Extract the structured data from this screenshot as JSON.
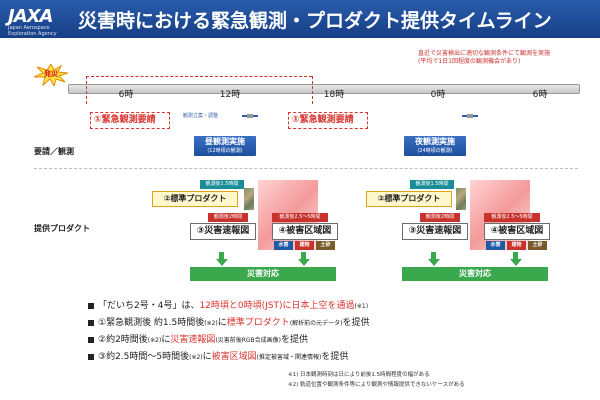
{
  "header": {
    "logo_text": "JAXA",
    "logo_sub": "Japan Aerospace Exploration Agency",
    "title": "災害時における緊急観測・プロダクト提供タイムライン"
  },
  "top_note": {
    "line1": "直近で災害検出に適切な観測条件にて観測を実施",
    "line2": "(平均で1日1回程度の観測機会があり)"
  },
  "timeline": {
    "start_burst": "発災",
    "ticks": [
      "6時",
      "12時",
      "18時",
      "0時",
      "6時"
    ]
  },
  "rows": {
    "request_label": "要請／観測",
    "product_label": "提供プロダクト"
  },
  "cycle1": {
    "request": "①緊急観測要請",
    "obs_caption": "観測立案・調整",
    "obs_title": "昼観測実施",
    "obs_sub": "(12時頃の観測)",
    "std_head": "観測後1.5時間",
    "std_product": "②標準プロダクト",
    "quick_head": "観測後2時間",
    "quick_map": "③災害速報図",
    "area_head": "観測後2.5〜5時間",
    "area_map": "④被害区域図",
    "tiles": [
      "水害",
      "建物",
      "土砂"
    ],
    "response": "災害対応"
  },
  "cycle2": {
    "request": "①緊急観測要請",
    "obs_title": "夜観測実施",
    "obs_sub": "(24時頃の観測)",
    "std_head": "観測後1.5時間",
    "std_product": "②標準プロダクト",
    "quick_head": "観測後2時間",
    "quick_map": "③災害速報図",
    "area_head": "観測後2.5〜5時間",
    "area_map": "④被害区域図",
    "tiles": [
      "水害",
      "建物",
      "土砂"
    ],
    "response": "災害対応"
  },
  "bullets": {
    "b1_a": "「だいち2号・4号」は、",
    "b1_red": "12時頃と0時頃(JST)に日本上空を通過",
    "b1_note": "(※1)",
    "b2_a": "①緊急観測後 約1.5時間後",
    "b2_note1": "(※2)",
    "b2_b": "に",
    "b2_red": "標準プロダクト",
    "b2_note2": "(解析前の元データ)",
    "b2_c": "を提供",
    "b3_a": "②約2時間後",
    "b3_note1": "(※2)",
    "b3_b": "に",
    "b3_red": "災害速報図",
    "b3_note2": "(災害前後RGB合成画像)",
    "b3_c": "を提供",
    "b4_a": "③約2.5時間〜5時間後",
    "b4_note1": "(※2)",
    "b4_b": "に",
    "b4_red": "被害区域図",
    "b4_note2": "(推定被害域・関連情報)",
    "b4_c": "を提供"
  },
  "footnotes": {
    "f1": "※1) 日本観測時刻は日により前後1.5時間程度の幅がある",
    "f2": "※2) 軌道位置や観測条件等により観測や情報提供できないケースがある"
  },
  "colors": {
    "header_blue": "#1d4f9c",
    "accent_red": "#d9352e",
    "product_yellow": "#e0a21a",
    "response_green": "#3aa84c"
  }
}
